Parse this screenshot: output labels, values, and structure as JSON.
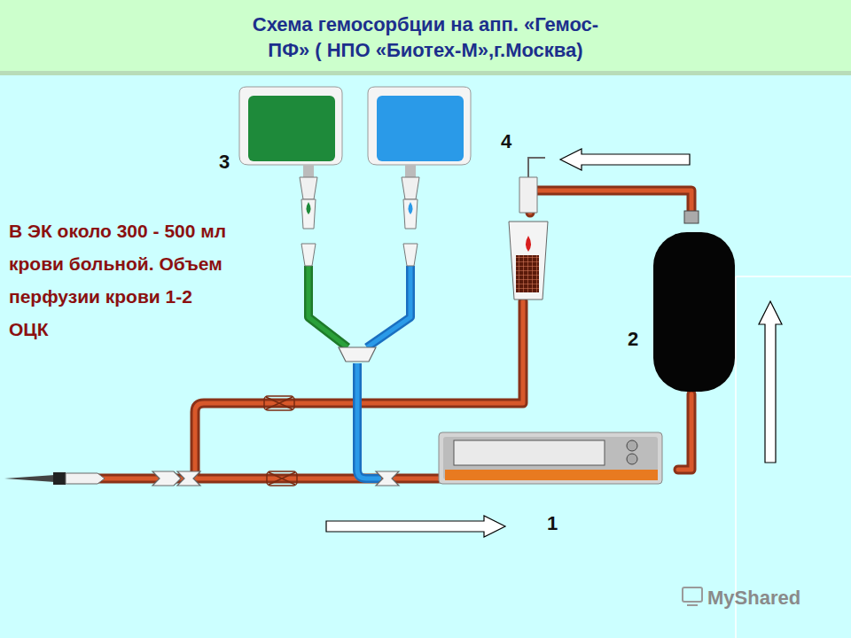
{
  "diagram": {
    "title": "Схема гемосорбции на апп. «Гемос-ПФ» ( НПО «Биотех-М»,г.Москва)",
    "labels": [
      "В ЭК около 300 - 500 мл крови больной. Объем перфузии крови 1-2 ОЦК",
      "3",
      "4",
      "2",
      "1",
      "MyShared"
    ]
  }
}
